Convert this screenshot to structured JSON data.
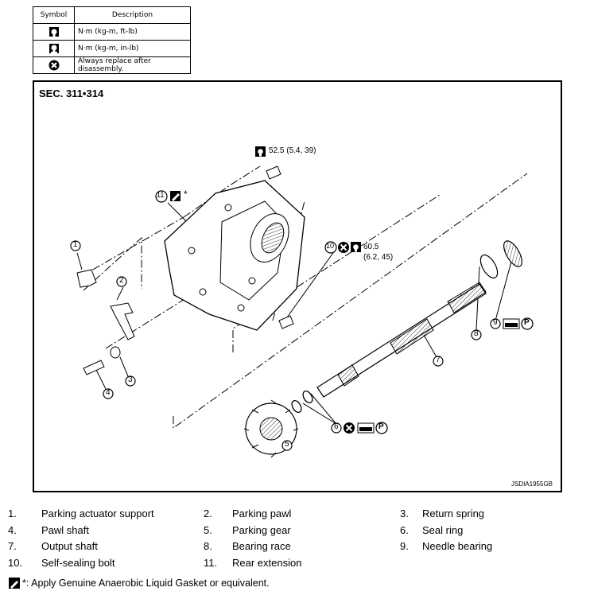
{
  "symbol_table": {
    "headers": {
      "symbol": "Symbol",
      "description": "Description"
    },
    "rows": [
      {
        "icon": "torque-wrench-icon",
        "description": "N·m (kg-m, ft-lb)"
      },
      {
        "icon": "torque-wrench-inlb-icon",
        "description": "N·m (kg-m, in-lb)"
      },
      {
        "icon": "replace-x-icon",
        "description": "Always replace after disassembly."
      }
    ]
  },
  "diagram": {
    "section": "SEC. 311•314",
    "ref_code": "JSDIA1955GB",
    "callouts": {
      "c1": "1",
      "c2": "2",
      "c3": "3",
      "c4": "4",
      "c5": "5",
      "c6": "6",
      "c7": "7",
      "c8": "8",
      "c9": "9",
      "c10": "10",
      "c11": "11"
    },
    "torque_bolt_top": "52.5 (5.4, 39)",
    "torque_bolt10_line1": "60.5",
    "torque_bolt10_line2": "(6.2, 45)",
    "asterisk": "*",
    "seal_p": "P",
    "bearing_p": "P"
  },
  "legend": [
    {
      "num": "1.",
      "text": "Parking actuator support"
    },
    {
      "num": "2.",
      "text": "Parking pawl"
    },
    {
      "num": "3.",
      "text": "Return spring"
    },
    {
      "num": "4.",
      "text": "Pawl shaft"
    },
    {
      "num": "5.",
      "text": "Parking gear"
    },
    {
      "num": "6.",
      "text": "Seal ring"
    },
    {
      "num": "7.",
      "text": "Output shaft"
    },
    {
      "num": "8.",
      "text": "Bearing race"
    },
    {
      "num": "9.",
      "text": "Needle bearing"
    },
    {
      "num": "10.",
      "text": "Self-sealing bolt"
    },
    {
      "num": "11.",
      "text": "Rear extension"
    }
  ],
  "note": "*: Apply Genuine Anaerobic Liquid Gasket or equivalent."
}
